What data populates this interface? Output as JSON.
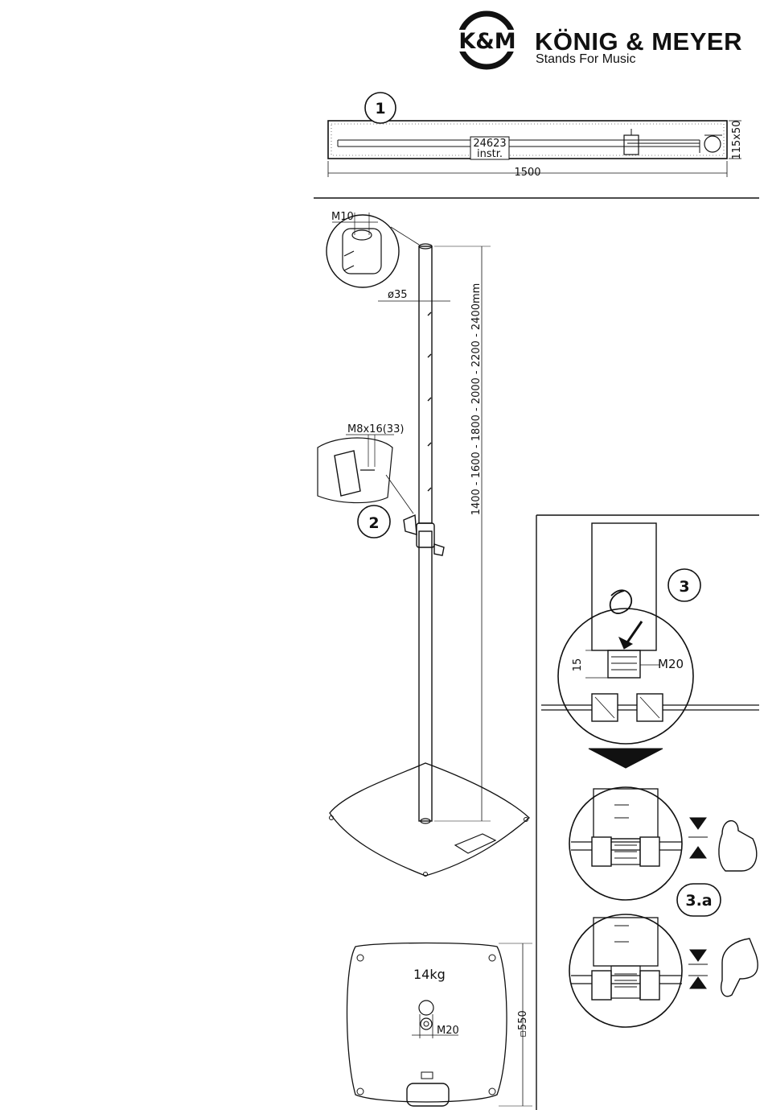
{
  "logo": {
    "monogram": "K&M",
    "name": "KÖNIG & MEYER",
    "tagline": "Stands For Music"
  },
  "steps": {
    "one": "1",
    "two": "2",
    "three": "3",
    "three_a": "3.a"
  },
  "case": {
    "item_number": "24623",
    "item_note": "instr.",
    "length": "1500",
    "cross_section": "115x50"
  },
  "pole": {
    "top_thread": "M10",
    "diameter": "ø35",
    "height_range": "1400 - 1600 - 1800 - 2000 - 2200 - 2400mm",
    "screw_size": "M8x16(33)"
  },
  "assembly": {
    "thread_length": "15",
    "thread_size": "M20"
  },
  "base": {
    "weight": "14kg",
    "thread": "M20",
    "size": "▫550"
  }
}
